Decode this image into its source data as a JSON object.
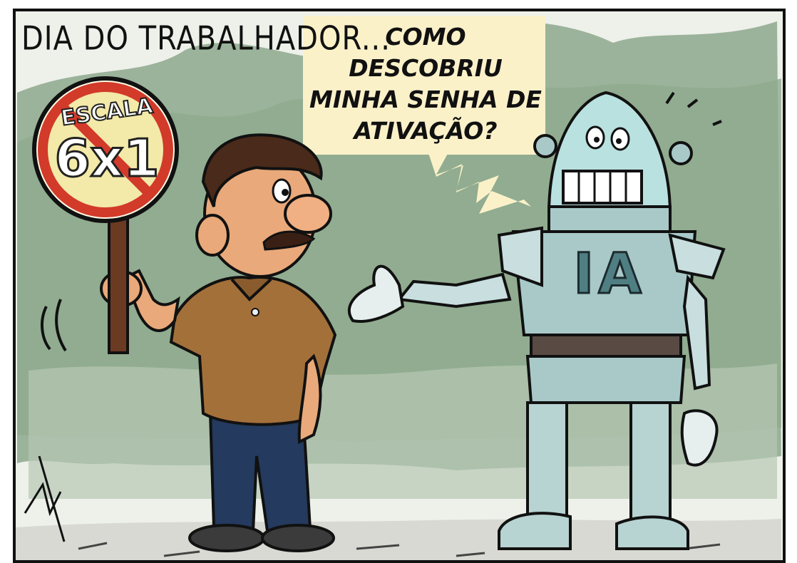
{
  "comic": {
    "caption": "DIA DO TRABALHADOR...",
    "speech_balloon": "COMO\nDESCOBRIU\nMINHA SENHA DE\nATIVAÇÃO?",
    "sign": {
      "top_text": "ESCALA",
      "main_text": "6x1"
    },
    "robot_label": "IA"
  },
  "colors": {
    "background_green": "#9bb39a",
    "balloon_fill": "#fbf1c9",
    "robot_metal": "#a9c9c9",
    "shirt_brown": "#a4703a",
    "jeans_blue": "#243a5e",
    "sign_red": "#d23a2a"
  }
}
